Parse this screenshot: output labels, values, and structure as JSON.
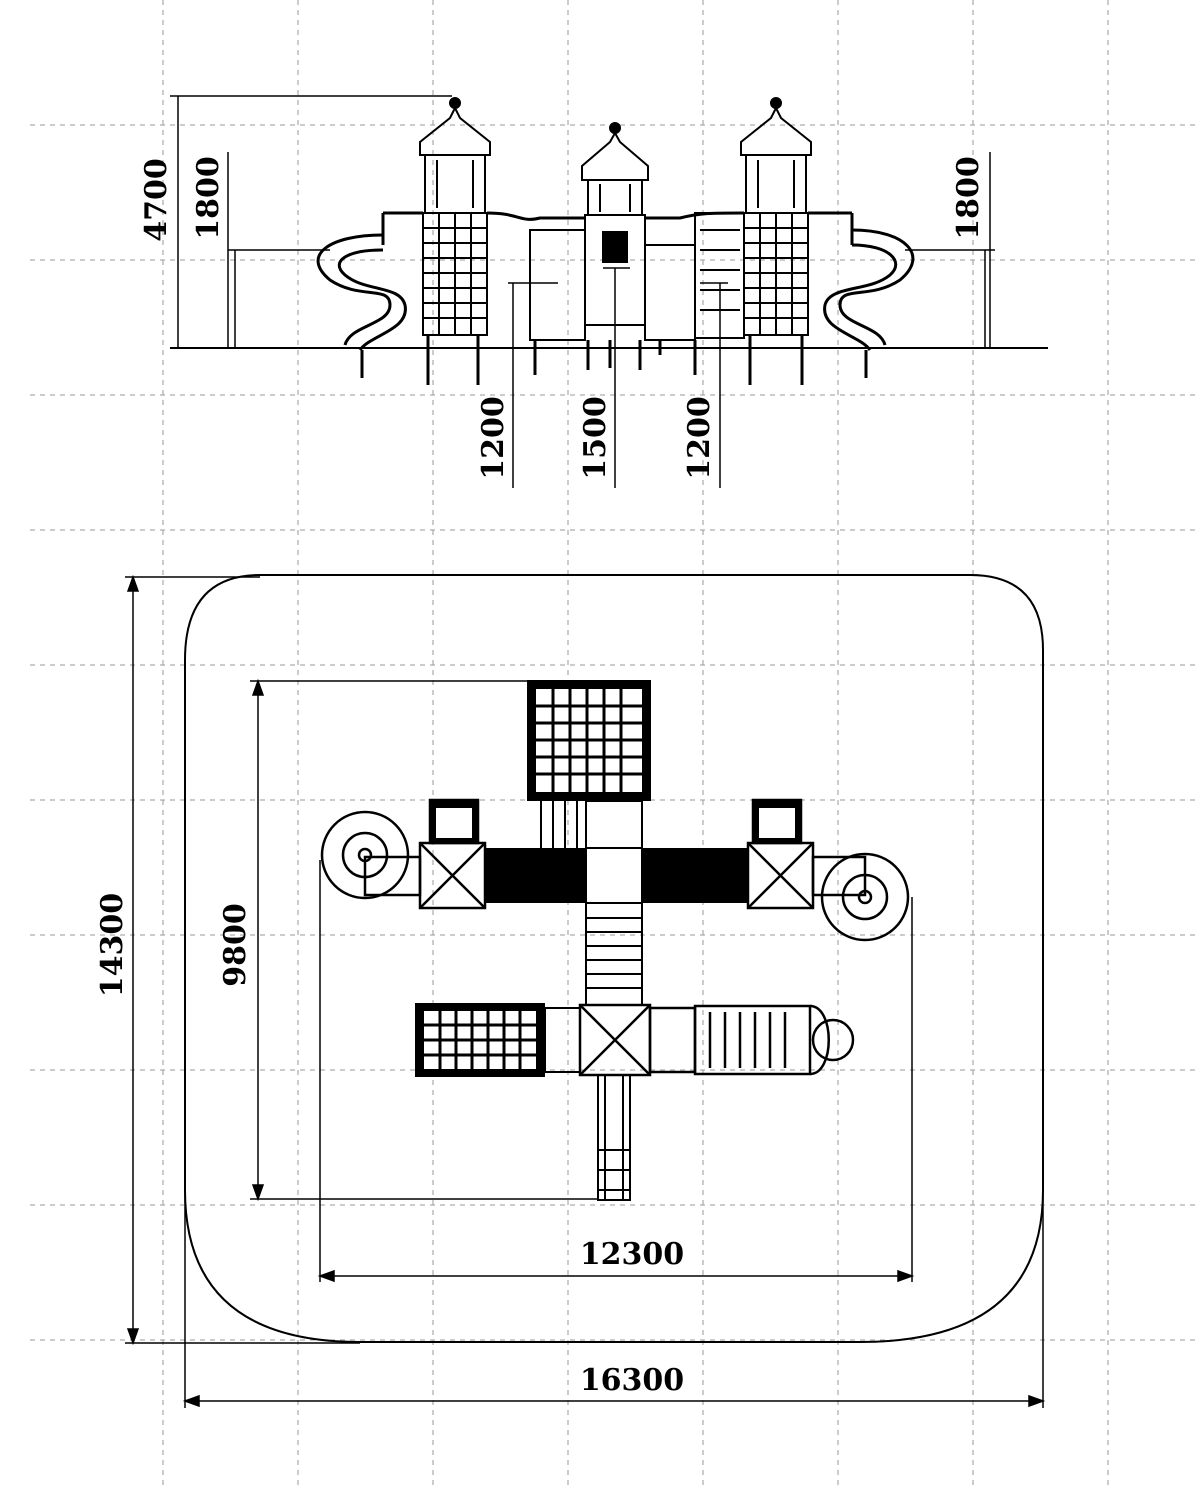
{
  "elevation_view": {
    "total_height": "4700",
    "left_platform_height": "1800",
    "right_platform_height": "1800",
    "low_platform_left": "1200",
    "mid_platform": "1500",
    "low_platform_right": "1200"
  },
  "plan_view": {
    "safety_zone_depth": "14300",
    "equipment_depth": "9800",
    "equipment_width": "12300",
    "safety_zone_width": "16300"
  }
}
